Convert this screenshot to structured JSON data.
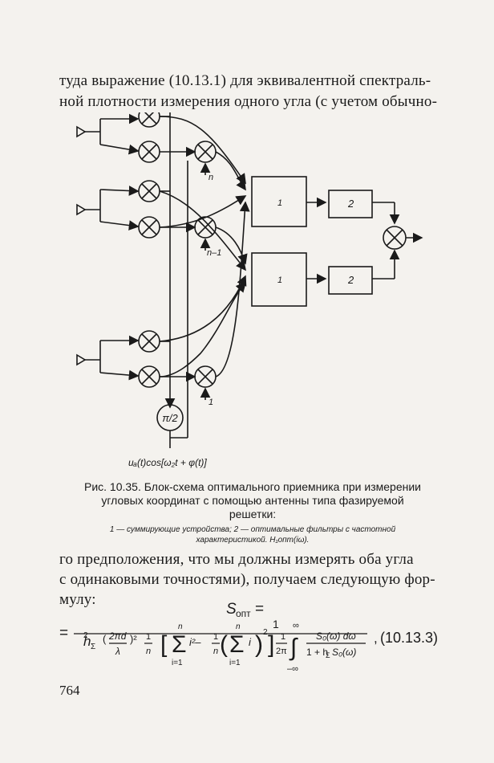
{
  "text_top": [
    "туда выражение (10.13.1) для эквивалентной спектраль-",
    "ной плотности измерения одного угла (с учетом обычно-"
  ],
  "diagram": {
    "block_labels": [
      "1",
      "1",
      "2",
      "2"
    ],
    "port_labels": [
      "n",
      "n–1",
      "1"
    ],
    "phase_label": "π/2",
    "signal_label": "uₐ(t)cos[ω₂t + φ(t)]"
  },
  "caption": {
    "title": "Рис. 10.35. Блок-схема оптимального приемника при измерении угловых координат с помощью антенны типа фазируемой решетки:",
    "note": "1 — суммирующие устройства; 2 — оптимальные фильтры с частотной характеристикой. H₁опт(iω)."
  },
  "text_bottom": [
    "го предположения, что мы должны измерять оба угла",
    "с одинаковыми точностями), получаем следующую фор-",
    "мулу:"
  ],
  "formula": {
    "lhs": "S",
    "lhs_sub": "опт",
    "eq": "=",
    "numerator": "1",
    "h": "h",
    "h_sub": "Σ",
    "frac_num": "2πd",
    "frac_den": "λ",
    "one_over_n": "1",
    "n": "n",
    "sum_top": "n",
    "sum_bottom": "i=1",
    "i2": "i²–",
    "i": "i",
    "two_pi": "2π",
    "int_top": "∞",
    "int_bottom": "–∞",
    "int_num": "S₀(ω) dω",
    "int_den": "1 + h",
    "int_den_sub": "Σ",
    "int_den_tail": "S₀(ω)",
    "tag": "(10.13.3)"
  },
  "page_number": "764"
}
